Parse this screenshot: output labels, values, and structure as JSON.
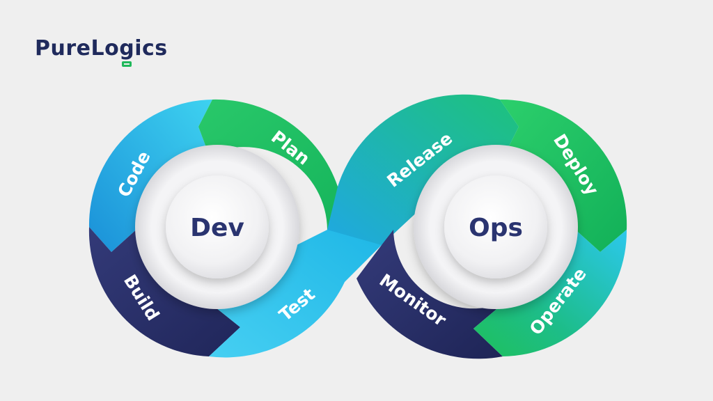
{
  "brand": {
    "name": "PureLogics"
  },
  "hubs": {
    "left": "Dev",
    "right": "Ops"
  },
  "stages": {
    "code": "Code",
    "plan": "Plan",
    "build": "Build",
    "test": "Test",
    "release": "Release",
    "deploy": "Deploy",
    "monitor": "Monitor",
    "operate": "Operate"
  },
  "colors": {
    "background": "#efefef",
    "navy": "#2b3067",
    "green": "#1ec05c",
    "cyan": "#2bc6ea",
    "hub_text": "#2a3470",
    "brand_green": "#1fb85a"
  }
}
